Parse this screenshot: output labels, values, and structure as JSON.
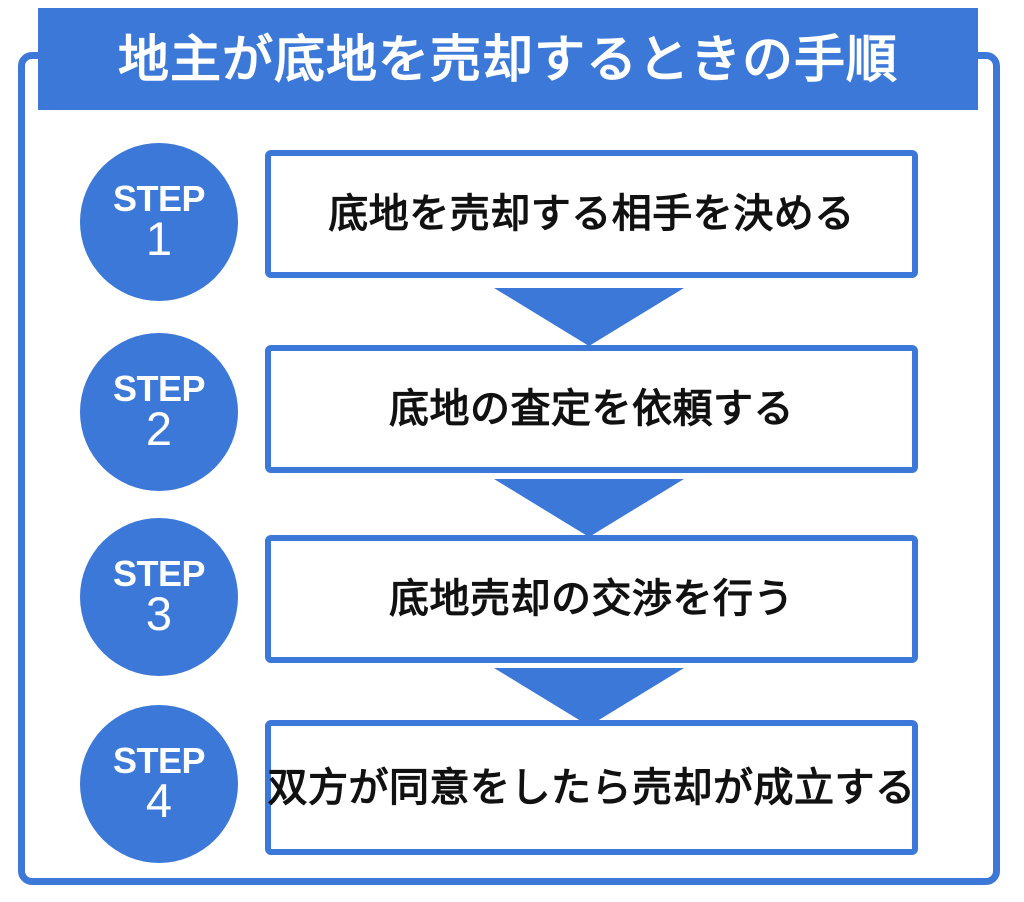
{
  "page": {
    "title": "地主が底地を売却するときの手順",
    "background_color": "#ffffff",
    "accent_color": "#3c78d8",
    "text_color": "#111111"
  },
  "steps": [
    {
      "badge_word": "STEP",
      "badge_number": "1",
      "text": "底地を売却する相手を決める"
    },
    {
      "badge_word": "STEP",
      "badge_number": "2",
      "text": "底地の査定を依頼する"
    },
    {
      "badge_word": "STEP",
      "badge_number": "3",
      "text": "底地売却の交渉を行う"
    },
    {
      "badge_word": "STEP",
      "badge_number": "4",
      "text": "双方が同意をしたら売却が成立する"
    }
  ],
  "connectors": [
    {
      "icon": "arrow-down-icon"
    },
    {
      "icon": "arrow-down-icon"
    },
    {
      "icon": "arrow-down-icon"
    }
  ]
}
